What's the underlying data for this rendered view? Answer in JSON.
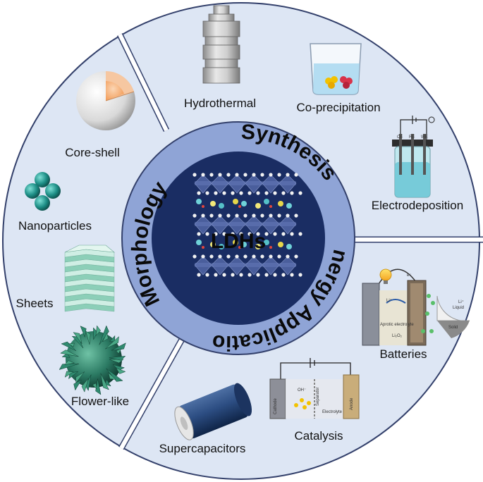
{
  "center": {
    "label": "LDHs"
  },
  "sections": {
    "synthesis": {
      "title": "Synthesis",
      "items": [
        "Hydrothermal",
        "Co-precipitation",
        "Electrodeposition"
      ]
    },
    "energy": {
      "title": "Energy Application",
      "items": [
        "Batteries",
        "Catalysis",
        "Supercapacitors"
      ]
    },
    "morphology": {
      "title": "Morphology",
      "items": [
        "Core-shell",
        "Nanoparticles",
        "Sheets",
        "Flower-like"
      ]
    }
  },
  "colors": {
    "outer_ring": "#dde6f4",
    "inner_ring": "#8fa4d6",
    "core": "#1a2d63",
    "border": "#33406b"
  },
  "icon_labels": {
    "cell": [
      "CE",
      "RE",
      "WE"
    ],
    "supercap": [
      "Cathode",
      "OH⁻",
      "Separator",
      "Electrolyte",
      "Anode"
    ],
    "battery": [
      "Li⁺",
      "Aprotic electrolyte",
      "Li₂O₂",
      "Liquid",
      "Solid",
      "Li⁺",
      "e⁻"
    ]
  }
}
